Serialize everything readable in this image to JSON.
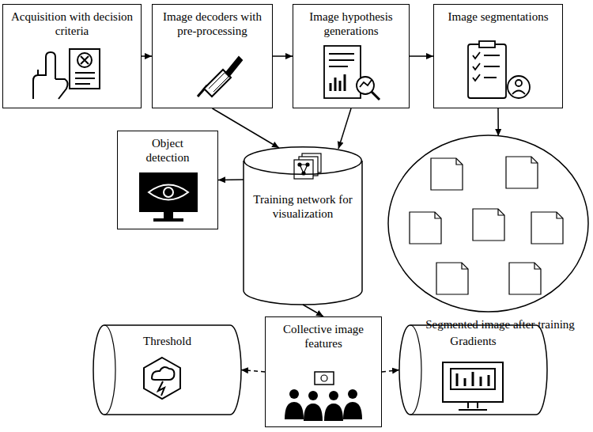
{
  "diagram": {
    "nodes": [
      {
        "text": [
          "Acquisition with decision criteria"
        ]
      },
      {
        "text": [
          "Image decoders with pre-processing"
        ]
      },
      {
        "text": [
          "Image hypothesis generations"
        ]
      },
      {
        "text": [
          "Image segmentations"
        ]
      },
      {
        "text": [
          "Training network for visualization"
        ]
      },
      {
        "text": [
          "Object detection"
        ]
      },
      {
        "text": [
          "Segmented image after training"
        ]
      },
      {
        "text": [
          "Collective image features"
        ]
      },
      {
        "text": [
          "Threshold"
        ]
      },
      {
        "text": [
          "Gradients"
        ]
      }
    ],
    "edges": [
      {
        "from": 0,
        "to": 1,
        "arrow": "to"
      },
      {
        "from": 1,
        "to": 2,
        "arrow": "to"
      },
      {
        "from": 2,
        "to": 3,
        "arrow": "to"
      },
      {
        "from": 1,
        "to": 4,
        "arrow": "to"
      },
      {
        "from": 2,
        "to": 4,
        "arrow": "to"
      },
      {
        "from": 3,
        "to": 6,
        "arrow": "to"
      },
      {
        "from": 4,
        "to": 5,
        "arrow": "to"
      },
      {
        "from": 4,
        "to": 7,
        "arrow": "to"
      },
      {
        "from": 7,
        "to": 8,
        "arrow": "to"
      },
      {
        "from": 7,
        "to": 9,
        "arrow": "to"
      }
    ]
  }
}
